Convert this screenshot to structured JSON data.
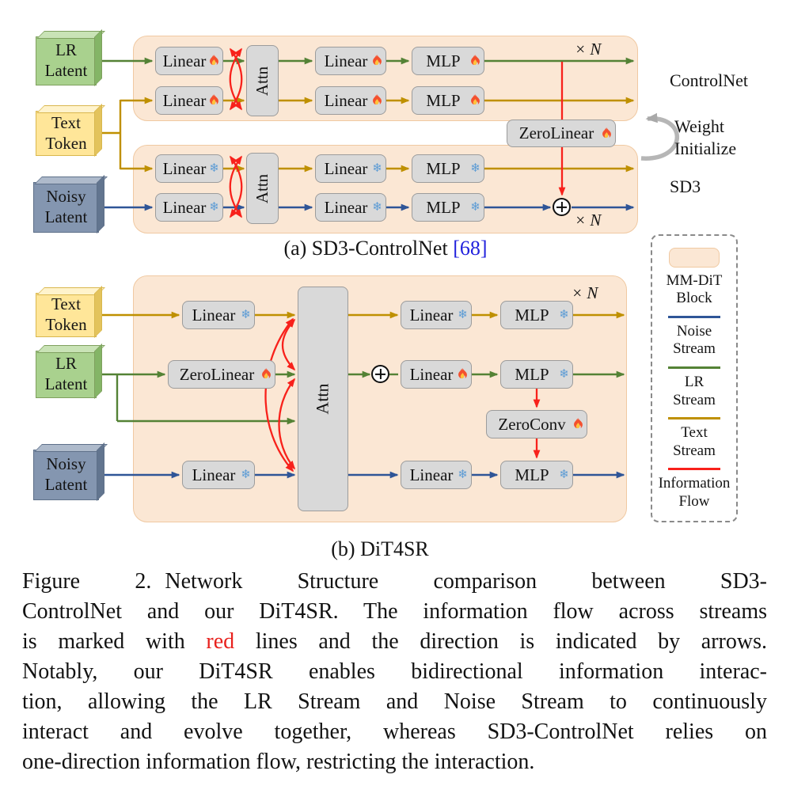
{
  "icons": {
    "snowflake_glyph": "❄",
    "fire": "flame-icon-svg-shape"
  },
  "colors": {
    "mm_dit_block_fill": "#FBE7D4",
    "mm_dit_block_border": "#F0C9A2",
    "module_box_fill": "#D9D9D9",
    "module_box_border": "#9C9C9C",
    "noise_stream": "#2F5597",
    "lr_stream": "#548235",
    "text_stream": "#BF9000",
    "information_flow": "#F8211B",
    "lr_latent_cube": "#A9D18E",
    "text_token_cube": "#FFE699",
    "noisy_latent_cube": "#8496B0",
    "snowflake": "#5B9BD5",
    "citation_blue": "#2222DD",
    "red_word": "#E8211D"
  },
  "diagram_a": {
    "inputs": {
      "lr_latent": "LR\nLatent",
      "text_token": "Text\nToken",
      "noisy_latent": "Noisy\nLatent"
    },
    "controlnet_block": {
      "xn": "× N",
      "attn": "Attn",
      "row_lr": {
        "linear_in": "Linear",
        "linear_out": "Linear",
        "mlp": "MLP"
      },
      "row_text": {
        "linear_in": "Linear",
        "linear_out": "Linear",
        "mlp": "MLP"
      }
    },
    "sd3_block": {
      "xn": "× N",
      "attn": "Attn",
      "row_text": {
        "linear_in": "Linear",
        "linear_out": "Linear",
        "mlp": "MLP"
      },
      "row_noise": {
        "linear_in": "Linear",
        "linear_out": "Linear",
        "mlp": "MLP"
      }
    },
    "zero_linear": "ZeroLinear",
    "controlnet_label": "ControlNet",
    "sd3_label": "SD3",
    "weight_initialize": "Weight\nInitialize",
    "caption": {
      "text": "(a) SD3-ControlNet ",
      "citation": "[68]"
    }
  },
  "diagram_b": {
    "inputs": {
      "text_token": "Text\nToken",
      "lr_latent": "LR\nLatent",
      "noisy_latent": "Noisy\nLatent"
    },
    "xn": "× N",
    "attn": "Attn",
    "row_text": {
      "linear_in": "Linear",
      "linear_out": "Linear",
      "mlp": "MLP"
    },
    "row_lr": {
      "zero_linear": "ZeroLinear",
      "linear_out": "Linear",
      "mlp": "MLP"
    },
    "row_noise": {
      "linear_in": "Linear",
      "linear_out": "Linear",
      "mlp": "MLP"
    },
    "zero_conv": "ZeroConv",
    "caption": "(b) DiT4SR"
  },
  "legend": {
    "items": [
      {
        "symbol": "mm-dit-block-swatch",
        "label": "MM-DiT\nBlock"
      },
      {
        "symbol": "noise-stream-line",
        "label": "Noise\nStream",
        "color": "#2F5597"
      },
      {
        "symbol": "lr-stream-line",
        "label": "LR\nStream",
        "color": "#548235"
      },
      {
        "symbol": "text-stream-line",
        "label": "Text\nStream",
        "color": "#BF9000"
      },
      {
        "symbol": "information-flow-line",
        "label": "Information\nFlow",
        "color": "#F8211B"
      }
    ]
  },
  "figure_caption": {
    "line1_label": "Figure 2.",
    "line1_rest": "Network Structure comparison between SD3-",
    "line2": "ControlNet and our DiT4SR. The information flow across streams",
    "line3_pre": "is marked with ",
    "line3_red": "red",
    "line3_post": " lines and the direction is indicated by arrows.",
    "line4": "Notably, our DiT4SR enables bidirectional information interac-",
    "line5": "tion, allowing the LR Stream and Noise Stream to continuously",
    "line6": "interact and evolve together, whereas SD3-ControlNet relies on",
    "line7": "one-direction information flow, restricting the interaction."
  }
}
